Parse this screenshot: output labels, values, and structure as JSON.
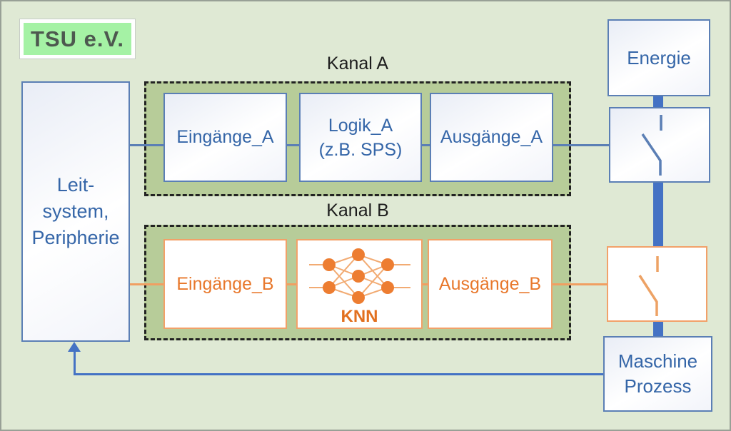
{
  "logo": {
    "text": "TSU e.V."
  },
  "left_panel": {
    "line1": "Leit-",
    "line2": "system,",
    "line3": "Peripherie"
  },
  "kanal_a": {
    "title": "Kanal A",
    "eingaenge": "Eingänge_A",
    "logik_line1": "Logik_A",
    "logik_line2": "(z.B. SPS)",
    "ausgaenge": "Ausgänge_A"
  },
  "kanal_b": {
    "title": "Kanal B",
    "eingaenge": "Eingänge_B",
    "knn_label": "KNN",
    "ausgaenge": "Ausgänge_B"
  },
  "right_column": {
    "energie": "Energie",
    "maschine_line1": "Maschine",
    "maschine_line2": "Prozess"
  },
  "icons": {
    "switch_a": "open-switch-icon",
    "switch_b": "open-switch-icon",
    "knn": "neural-network-icon"
  },
  "colors": {
    "background": "#dfe9d4",
    "channel_fill": "#b7cc99",
    "dashed_border": "#222222",
    "blue_border": "#5b7fb5",
    "blue_text": "#3566a8",
    "thick_blue": "#4472c4",
    "orange_border": "#f2a169",
    "orange_text": "#e8782c",
    "orange_node": "#ed7d31",
    "logo_green": "#a5f2a5"
  }
}
